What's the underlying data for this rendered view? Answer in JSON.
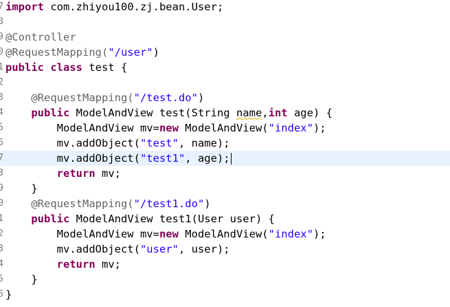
{
  "editor": {
    "current_line_index": 10,
    "lines": [
      {
        "num": "7",
        "tokens": [
          {
            "t": "import",
            "c": "kw"
          },
          {
            "t": " com.zhiyou100.zj.bean.User;",
            "c": ""
          }
        ]
      },
      {
        "num": "8",
        "tokens": []
      },
      {
        "num": "9",
        "tokens": [
          {
            "t": "@Controller",
            "c": "ann"
          }
        ]
      },
      {
        "num": "0",
        "tokens": [
          {
            "t": "@RequestMapping(",
            "c": "ann"
          },
          {
            "t": "\"/user\"",
            "c": "str"
          },
          {
            "t": ")",
            "c": ""
          }
        ]
      },
      {
        "num": "1",
        "tokens": [
          {
            "t": "public",
            "c": "kw"
          },
          {
            "t": " ",
            "c": ""
          },
          {
            "t": "class",
            "c": "kw"
          },
          {
            "t": " test {",
            "c": ""
          }
        ]
      },
      {
        "num": "2",
        "tokens": []
      },
      {
        "num": "3",
        "tokens": [
          {
            "t": "    @RequestMapping(",
            "c": "ann"
          },
          {
            "t": "\"/test.do\"",
            "c": "str"
          },
          {
            "t": ")",
            "c": ""
          }
        ]
      },
      {
        "num": "4",
        "tokens": [
          {
            "t": "    ",
            "c": ""
          },
          {
            "t": "public",
            "c": "kw"
          },
          {
            "t": " ModelAndView test(String ",
            "c": ""
          },
          {
            "t": "name",
            "c": "warn"
          },
          {
            "t": ",",
            "c": ""
          },
          {
            "t": "int",
            "c": "kw"
          },
          {
            "t": " age) {",
            "c": ""
          }
        ]
      },
      {
        "num": "5",
        "tokens": [
          {
            "t": "        ModelAndView mv=",
            "c": ""
          },
          {
            "t": "new",
            "c": "kw"
          },
          {
            "t": " ModelAndView(",
            "c": ""
          },
          {
            "t": "\"index\"",
            "c": "str"
          },
          {
            "t": ");",
            "c": ""
          }
        ]
      },
      {
        "num": "6",
        "tokens": [
          {
            "t": "        mv.addObject(",
            "c": ""
          },
          {
            "t": "\"test\"",
            "c": "str"
          },
          {
            "t": ", name);",
            "c": ""
          }
        ]
      },
      {
        "num": "7",
        "tokens": [
          {
            "t": "        mv.addObject(",
            "c": ""
          },
          {
            "t": "\"test1\"",
            "c": "str"
          },
          {
            "t": ", age);",
            "c": ""
          }
        ]
      },
      {
        "num": "8",
        "tokens": [
          {
            "t": "        ",
            "c": ""
          },
          {
            "t": "return",
            "c": "kw"
          },
          {
            "t": " mv;",
            "c": ""
          }
        ]
      },
      {
        "num": "9",
        "tokens": [
          {
            "t": "    }",
            "c": ""
          }
        ]
      },
      {
        "num": "0",
        "tokens": [
          {
            "t": "    @RequestMapping(",
            "c": "ann"
          },
          {
            "t": "\"/test1.do\"",
            "c": "str"
          },
          {
            "t": ")",
            "c": ""
          }
        ]
      },
      {
        "num": "1",
        "tokens": [
          {
            "t": "    ",
            "c": ""
          },
          {
            "t": "public",
            "c": "kw"
          },
          {
            "t": " ModelAndView test1(User user) {",
            "c": ""
          }
        ]
      },
      {
        "num": "2",
        "tokens": [
          {
            "t": "        ModelAndView mv=",
            "c": ""
          },
          {
            "t": "new",
            "c": "kw"
          },
          {
            "t": " ModelAndView(",
            "c": ""
          },
          {
            "t": "\"index\"",
            "c": "str"
          },
          {
            "t": ");",
            "c": ""
          }
        ]
      },
      {
        "num": "3",
        "tokens": [
          {
            "t": "        mv.addObject(",
            "c": ""
          },
          {
            "t": "\"user\"",
            "c": "str"
          },
          {
            "t": ", user);",
            "c": ""
          }
        ]
      },
      {
        "num": "4",
        "tokens": [
          {
            "t": "        ",
            "c": ""
          },
          {
            "t": "return",
            "c": "kw"
          },
          {
            "t": " mv;",
            "c": ""
          }
        ]
      },
      {
        "num": "5",
        "tokens": [
          {
            "t": "    }",
            "c": ""
          }
        ]
      },
      {
        "num": "6",
        "tokens": [
          {
            "t": "}",
            "c": ""
          }
        ]
      }
    ]
  },
  "colors": {
    "keyword": "#7f0055",
    "string": "#2a00ff",
    "annotation": "#646464",
    "current_line": "#e8f2fe",
    "warning_underline": "#e0b000"
  }
}
